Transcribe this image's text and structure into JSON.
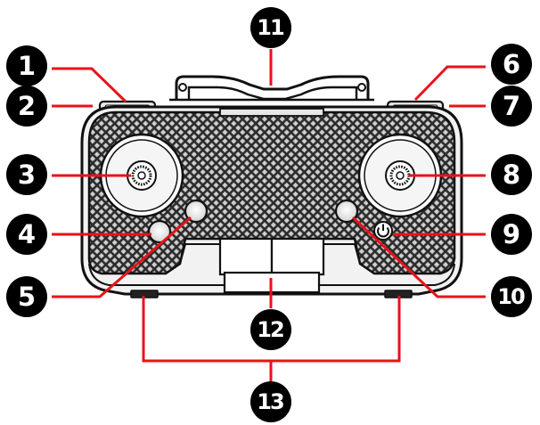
{
  "callouts": [
    {
      "id": "1",
      "label": "1",
      "color": "#000000"
    },
    {
      "id": "2",
      "label": "2",
      "color": "#000000"
    },
    {
      "id": "3",
      "label": "3",
      "color": "#000000"
    },
    {
      "id": "4",
      "label": "4",
      "color": "#000000"
    },
    {
      "id": "5",
      "label": "5",
      "color": "#000000"
    },
    {
      "id": "6",
      "label": "6",
      "color": "#000000"
    },
    {
      "id": "7",
      "label": "7",
      "color": "#000000"
    },
    {
      "id": "8",
      "label": "8",
      "color": "#000000"
    },
    {
      "id": "9",
      "label": "9",
      "color": "#000000"
    },
    {
      "id": "10",
      "label": "10",
      "color": "#000000"
    },
    {
      "id": "11",
      "label": "11",
      "color": "#000000"
    },
    {
      "id": "12",
      "label": "12",
      "color": "#000000"
    },
    {
      "id": "13",
      "label": "13",
      "color": "#000000"
    }
  ],
  "colors": {
    "leader_line": "#e8121a",
    "outline": "#111111",
    "body_fill": "#2a2a2a",
    "texture": "#cfcfcf",
    "background": "#ffffff"
  },
  "icons": {
    "power_button": "power-icon",
    "antenna_handle": "antenna-icon"
  }
}
